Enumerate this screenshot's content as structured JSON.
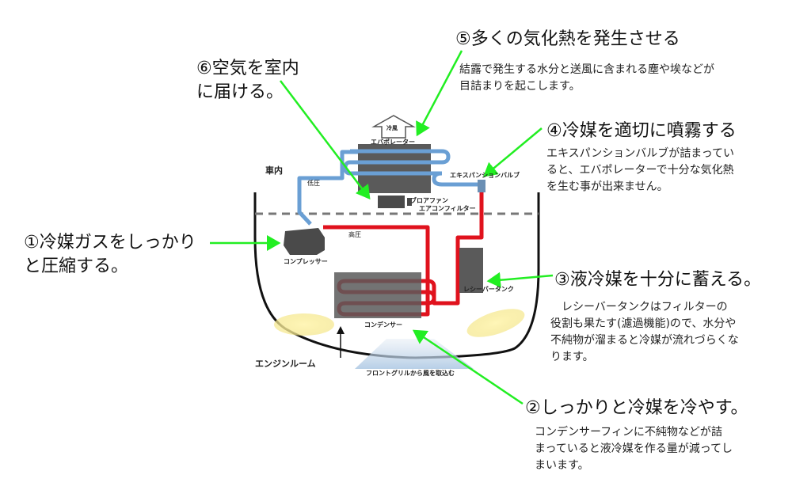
{
  "steps": {
    "s1": {
      "title": "①冷媒ガスをしっかり\nと圧縮する。"
    },
    "s2": {
      "title": "②しっかりと冷媒を冷やす。",
      "note": "コンデンサーフィンに不純物などが詰\nまっていると液冷媒を作る量が減ってし\nまいます。"
    },
    "s3": {
      "title": "③液冷媒を十分に蓄える。",
      "note": "　レシーバータンクはフィルターの\n役割も果たす(濾過機能)ので、水分や\n不純物が溜まると冷媒が流れづらくな\nります。"
    },
    "s4": {
      "title": "④冷媒を適切に噴霧する",
      "note": "エキスパンションバルブが詰まってい\nると、エバポレーターで十分な気化熱\nを生む事が出来ません。"
    },
    "s5": {
      "title": "⑤多くの気化熱を発生させる",
      "note": "結露で発生する水分と送風に含まれる塵や埃などが\n目詰まりを起こします。"
    },
    "s6": {
      "title": "⑥空気を室内\nに届ける。"
    }
  },
  "diagram": {
    "cold_air": "冷風",
    "evaporator": "エバポレーター",
    "expansion_valve": "エキスパンションバルブ",
    "cabin": "車内",
    "low_pressure": "低圧",
    "high_pressure": "高圧",
    "blower": "ブロアファン",
    "ac_filter": "エアコンフィルター",
    "compressor": "コンプレッサー",
    "receiver_tank": "レシーバータンク",
    "condenser": "コンデンサー",
    "engine_room": "エンジンルーム",
    "front_grille": "フロントグリルから風を取込む"
  },
  "colors": {
    "low_pipe": "#6a9fd4",
    "high_pipe": "#e0121d",
    "arrow": "#22ee22",
    "component": "#5a5a5a",
    "headlight": "#fbf0a0",
    "grille_air": "#c9d9ea"
  }
}
